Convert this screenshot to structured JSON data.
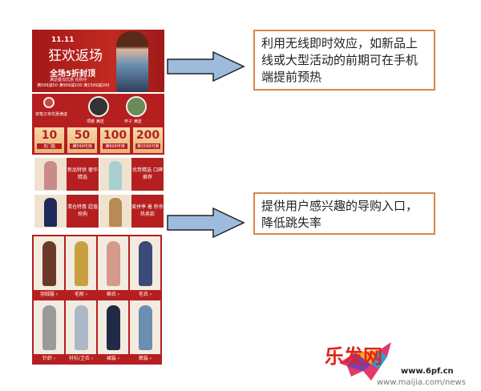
{
  "banner": {
    "date": "11.11",
    "title": "狂欢返场",
    "subtitle": "全场5折封顶",
    "note": "满返叠加优惠 抢购中",
    "coupons_line": "满599减50 满999减100 满1599减200"
  },
  "promo": {
    "headline": "单笔订单优惠满送",
    "items": [
      "项链 满送",
      "杯子 满送"
    ],
    "coupons": [
      {
        "value": "10",
        "note": "无门槛"
      },
      {
        "value": "50",
        "note": "满599可用"
      },
      {
        "value": "100",
        "note": "满999可用"
      },
      {
        "value": "200",
        "note": "满1599可用"
      }
    ]
  },
  "pairs": [
    {
      "text": "新品特供 奢华精选",
      "color": "#c98a8a"
    },
    {
      "text": "优势精选 口碑推荐",
      "color": "#a9cfd0"
    },
    {
      "text": "清仓特惠 超值抢购",
      "color": "#1f2a5a"
    },
    {
      "text": "爱拼季 着 秒杀热卖款",
      "color": "#b98a55"
    }
  ],
  "categories": [
    {
      "label": "羽绒服 ›",
      "color": "#6a3a28"
    },
    {
      "label": "毛呢 ›",
      "color": "#c9a040"
    },
    {
      "label": "棉衣 ›",
      "color": "#d49a8a"
    },
    {
      "label": "毛衣 ›",
      "color": "#3a4a7a"
    },
    {
      "label": "针织 ›",
      "color": "#9a9a9a"
    },
    {
      "label": "衬衫/卫衣 ›",
      "color": "#aab8c8"
    },
    {
      "label": "裙装 ›",
      "color": "#1f2a44"
    },
    {
      "label": "裤装 ›",
      "color": "#6a8fb0"
    }
  ],
  "callouts": [
    "利用无线即时效应，如新品上线或大型活动的前期可在手机端提前预热",
    "提供用户感兴趣的导购入口，降低跳失率"
  ],
  "watermark": {
    "brand": "乐发网",
    "url1": "www.6pf.cn",
    "url2": "www.maijia.com/news"
  },
  "colors": {
    "accent_red": "#b51f1f",
    "box_border": "#d9874a",
    "arrow_fill": "#9dbbdc"
  }
}
